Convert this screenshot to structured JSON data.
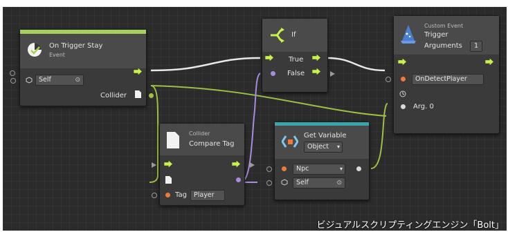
{
  "nodes": {
    "trigger_stay": {
      "title": "On Trigger Stay",
      "subtitle": "Event",
      "self_value": "Self",
      "collider_label": "Collider"
    },
    "if_node": {
      "title": "If",
      "true_label": "True",
      "false_label": "False"
    },
    "custom_event": {
      "subtitle": "Custom Event",
      "title": "Trigger",
      "arguments_label": "Arguments",
      "arguments_count": "1",
      "event_name": "OnDetectPlayer",
      "arg_label": "Arg. 0"
    },
    "compare_tag": {
      "subtitle": "Collider",
      "title": "Compare Tag",
      "tag_label": "Tag",
      "tag_value": "Player"
    },
    "get_variable": {
      "title": "Get Variable",
      "kind_value": "Object",
      "var_name": "Npc",
      "self_value": "Self"
    }
  },
  "caption": "ビジュアルスクリプティングエンジン「Bolt」",
  "colors": {
    "accent_green": "#a6d05a",
    "teal": "#3aa5ad",
    "control_arrow": "#c8f34a",
    "port_orange": "#f07a3a",
    "port_purple": "#a98be0",
    "wire_white": "#e8e8e8",
    "wire_green": "#9ec044",
    "wire_purple": "#a98be0"
  },
  "icons": [
    "trigger-event-icon",
    "branch-icon",
    "custom-event-icon",
    "document-icon",
    "variable-icon"
  ]
}
